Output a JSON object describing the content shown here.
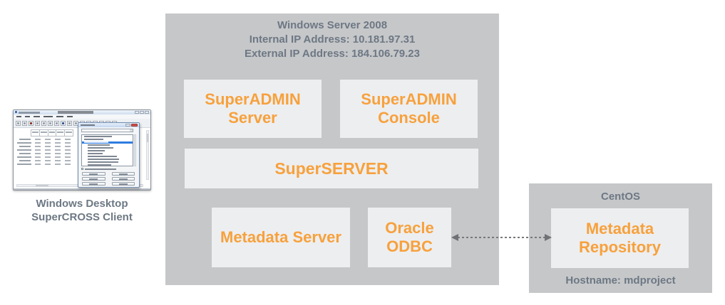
{
  "client": {
    "caption_line1": "Windows Desktop",
    "caption_line2": "SuperCROSS Client",
    "screenshot_description": "SuperCROSS client window with toolbar, crosstab table and fields dialog"
  },
  "windows_server": {
    "title": "Windows Server 2008",
    "internal_ip": "Internal IP Address: 10.181.97.31",
    "external_ip": "External IP Address: 184.106.79.23",
    "components": {
      "superadmin_server": "SuperADMIN Server",
      "superadmin_console": "SuperADMIN Console",
      "superserver": "SuperSERVER",
      "metadata_server": "Metadata Server",
      "oracle_odbc": "Oracle ODBC"
    }
  },
  "centos": {
    "title": "CentOS",
    "metadata_repository": "Metadata Repository",
    "hostname": "Hostname: mdproject"
  },
  "connection": {
    "type": "dashed-double-arrow",
    "from": "Oracle ODBC",
    "to": "Metadata Repository"
  },
  "colors": {
    "container_gray": "#c6c7c9",
    "component_bg": "#edeef0",
    "accent_orange": "#f7a13c",
    "label_slate": "#6d7884",
    "arrow_gray": "#6f7174",
    "background": "#ffffff"
  }
}
